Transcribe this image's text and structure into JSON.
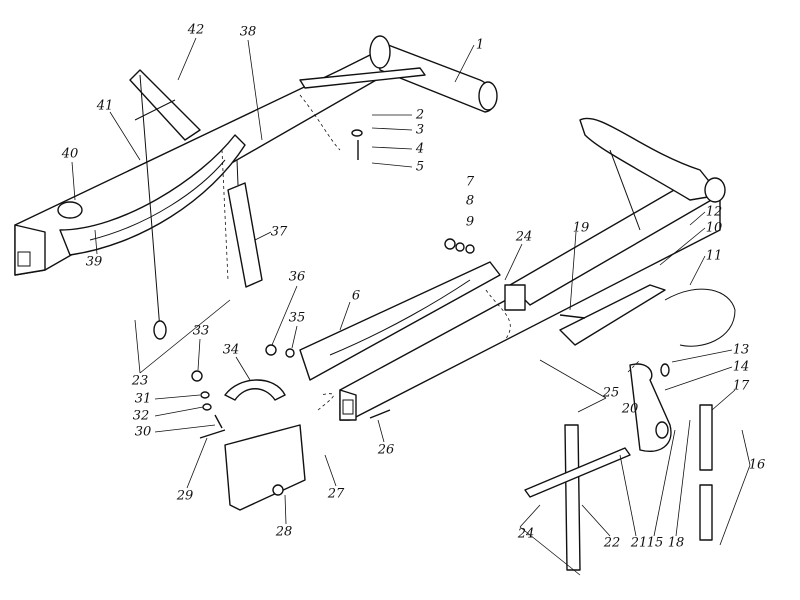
{
  "figure": {
    "labels": [
      "1",
      "2",
      "3",
      "4",
      "5",
      "6",
      "7",
      "8",
      "9",
      "10",
      "11",
      "12",
      "13",
      "14",
      "15",
      "16",
      "17",
      "18",
      "19",
      "20",
      "21",
      "22",
      "23",
      "24",
      "24",
      "25",
      "26",
      "27",
      "28",
      "29",
      "30",
      "31",
      "32",
      "33",
      "34",
      "35",
      "36",
      "37",
      "38",
      "39",
      "40",
      "41",
      "42"
    ]
  }
}
